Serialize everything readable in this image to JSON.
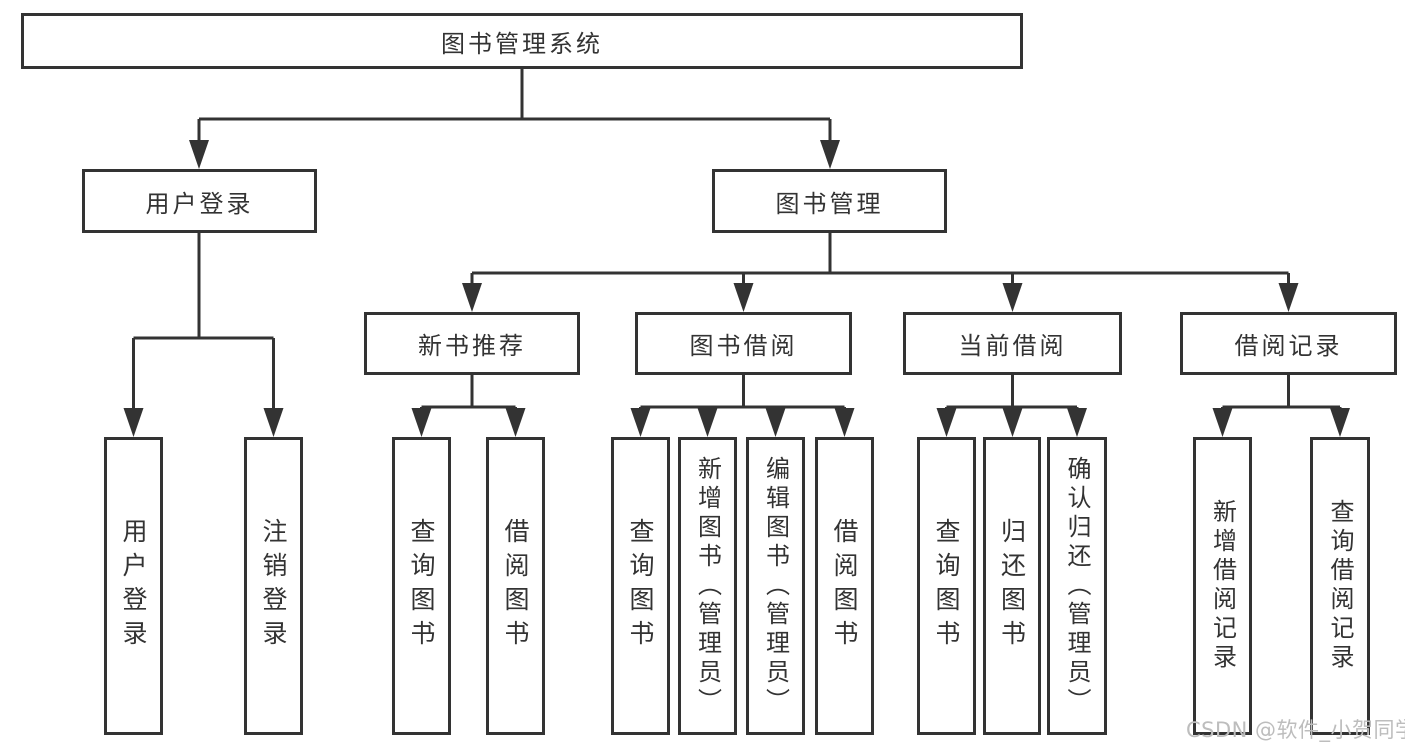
{
  "diagram": {
    "title": "图书管理系统",
    "level2": {
      "user_login": "用户登录",
      "book_mgmt": "图书管理"
    },
    "level3": {
      "new_book_rec": "新书推荐",
      "book_borrow": "图书借阅",
      "current_borrow": "当前借阅",
      "borrow_records": "借阅记录"
    },
    "leaves": {
      "login": "用户登录",
      "logout": "注销登录",
      "rec_query_books": "查询图书",
      "rec_borrow_books": "借阅图书",
      "bb_query_books": "查询图书",
      "bb_add_books": "新增图书（管理员）",
      "bb_edit_books": "编辑图书（管理员）",
      "bb_borrow_books": "借阅图书",
      "cb_query_books": "查询图书",
      "cb_return_books": "归还图书",
      "cb_confirm_return": "确认归还（管理员）",
      "br_add_record": "新增借阅记录",
      "br_query_record": "查询借阅记录"
    },
    "watermark": "CSDN @软件_小贺同学",
    "colors": {
      "line": "#333333",
      "background": "#ffffff",
      "watermark_text": "#bdbdbd"
    }
  }
}
